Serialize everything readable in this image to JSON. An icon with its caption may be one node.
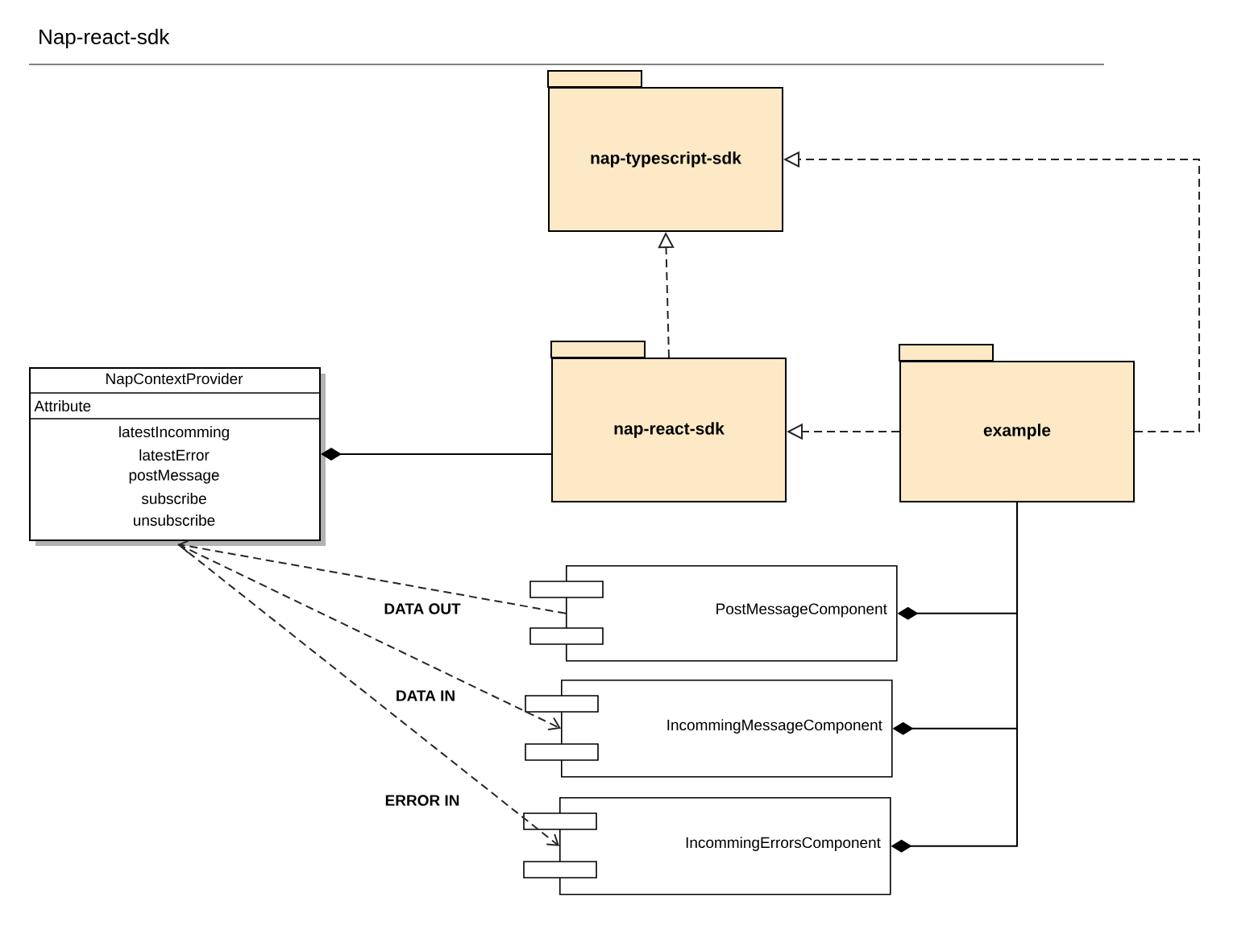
{
  "diagram": {
    "title": "Nap-react-sdk",
    "nodes": [
      {
        "text": [
          "nap-typescript-sdk"
        ]
      },
      {
        "text": [
          "nap-react-sdk"
        ]
      },
      {
        "text": [
          "example"
        ]
      },
      {
        "text": [
          "NapContextProvider",
          "Attribute",
          "latestIncomming",
          "latestError",
          "postMessage",
          "subscribe",
          "unsubscribe"
        ]
      },
      {
        "text": [
          "PostMessageComponent"
        ]
      },
      {
        "text": [
          "IncommingMessageComponent"
        ]
      },
      {
        "text": [
          "IncommingErrorsComponent"
        ]
      }
    ],
    "edges": [
      {
        "from": 1,
        "to": 0,
        "arrow": "to",
        "style": "dashed"
      },
      {
        "from": 2,
        "to": 1,
        "arrow": "to",
        "style": "dashed"
      },
      {
        "from": 2,
        "to": 0,
        "arrow": "to",
        "style": "dashed"
      },
      {
        "from": 1,
        "to": 3,
        "arrow": "other"
      },
      {
        "from": 2,
        "to": 4,
        "arrow": "other"
      },
      {
        "from": 2,
        "to": 5,
        "arrow": "other"
      },
      {
        "from": 2,
        "to": 6,
        "arrow": "other"
      },
      {
        "from": 4,
        "to": 3,
        "arrow": "to",
        "style": "dashed",
        "label": "DATA OUT"
      },
      {
        "from": 3,
        "to": 5,
        "arrow": "to",
        "style": "dashed",
        "label": "DATA IN"
      },
      {
        "from": 3,
        "to": 6,
        "arrow": "to",
        "style": "dashed",
        "label": "ERROR IN"
      }
    ]
  }
}
